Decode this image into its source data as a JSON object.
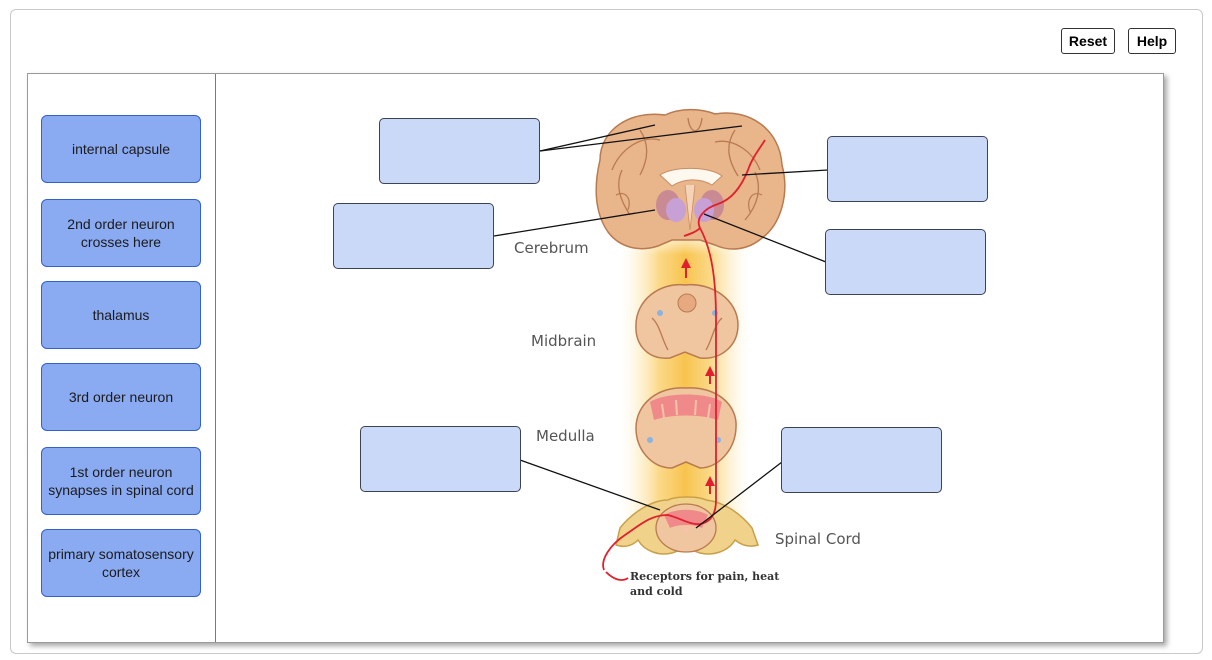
{
  "toolbar": {
    "reset_label": "Reset",
    "help_label": "Help"
  },
  "labels": [
    "internal capsule",
    "2nd order neuron crosses here",
    "thalamus",
    "3rd order neuron",
    "1st order neuron synapses in spinal cord",
    "primary somatosensory cortex"
  ],
  "diagram": {
    "cerebrum": "Cerebrum",
    "midbrain": "Midbrain",
    "medulla": "Medulla",
    "spinal_cord": "Spinal Cord",
    "receptors": "Receptors for pain, heat and cold"
  },
  "colors": {
    "chip_fill": "#8aaaf2",
    "chip_border": "#3562c8",
    "target_fill": "#cad9f8",
    "pathway": "#e0202e"
  }
}
